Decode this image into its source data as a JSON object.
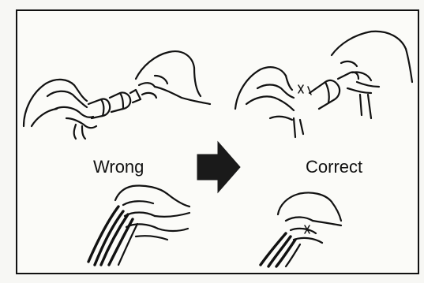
{
  "labels": {
    "wrong": "Wrong",
    "correct": "Correct"
  },
  "arrow": {
    "direction": "right",
    "color": "#1a1a1a"
  },
  "icons": {
    "top_left": "hands-twisting-wire-connector-icon",
    "top_right": "hands-twisting-wire-connector-icon",
    "bottom_left": "hand-gripping-wire-bundle-icon",
    "bottom_right": "hand-gripping-wire-bundle-icon"
  }
}
